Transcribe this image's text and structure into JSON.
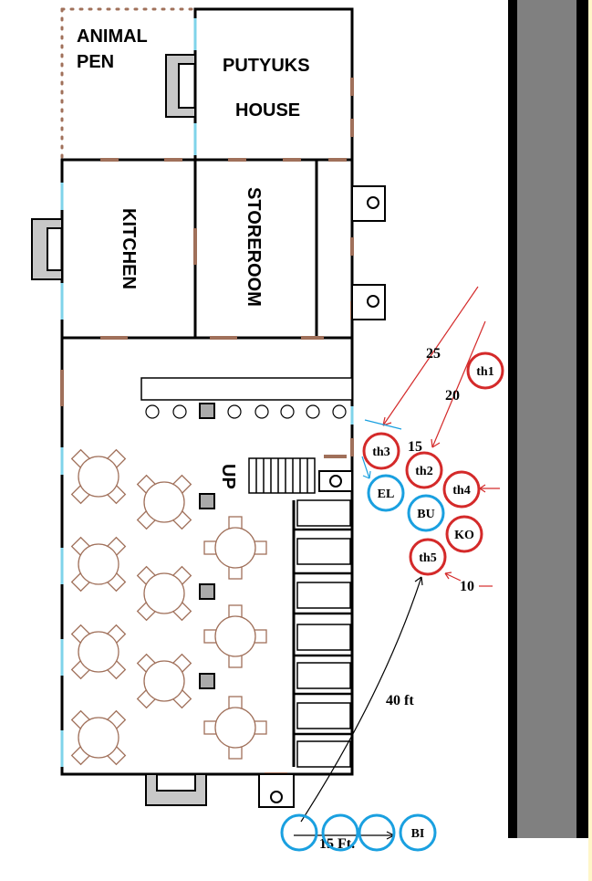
{
  "rooms": {
    "animal_pen_1": "ANIMAL",
    "animal_pen_2": "PEN",
    "house_1": "PUTYUKS",
    "house_2": "HOUSE",
    "kitchen": "KITCHEN",
    "storeroom": "STOREROOM",
    "stairs": "UP"
  },
  "tokens": {
    "th1": "th1",
    "th2": "th2",
    "th3": "th3",
    "th4": "th4",
    "th5": "th5",
    "ko": "KO",
    "el": "EL",
    "bu": "BU",
    "bi": "BI"
  },
  "distances": {
    "d25": "25",
    "d20": "20",
    "d15": "15",
    "d10": "10",
    "d40": "40 ft",
    "d15ft": "15 Ft."
  },
  "colors": {
    "enemy": "#d42a2a",
    "ally": "#1aa0e0",
    "furniture": "#a0705a",
    "wall": "#000000",
    "road": "#808080",
    "edge": "#fff6c8"
  }
}
